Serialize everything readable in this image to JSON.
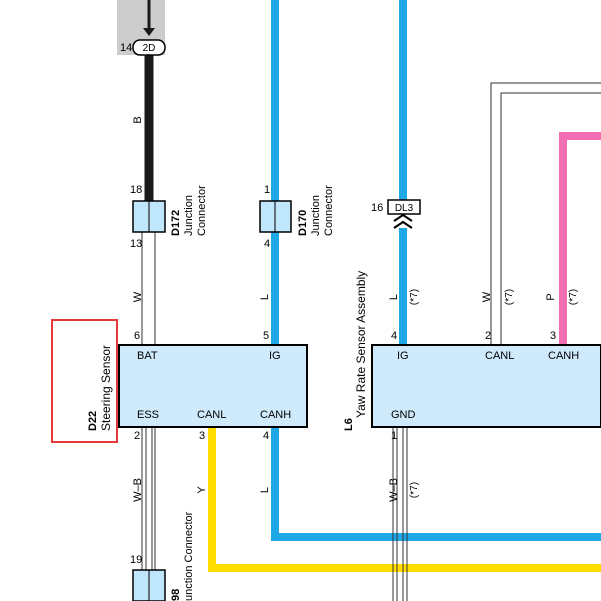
{
  "colors": {
    "blue_wire": "#1fa8e6",
    "yellow_wire": "#ffdd00",
    "pink_wire": "#f06fb3",
    "black_wire": "#1a1a1a",
    "ecu_fill": "#cfeafa",
    "connector_fill": "#bfe6fa",
    "highlight_border": "#e53a3a",
    "grey_area": "#cccccc"
  },
  "top_connector": {
    "pin": "14",
    "tag": "2D"
  },
  "wires": {
    "b_label": "B",
    "w_label": "W",
    "l_label_left": "L",
    "l_label_center": "L",
    "w_label_right": "W",
    "p_label": "P",
    "wb_label": "W–B",
    "y_label": "Y",
    "l_label_lower": "L",
    "wb_label_right": "W–B",
    "note_l": "(*7)",
    "note_w": "(*7)",
    "note_p": "(*7)",
    "note_wb": "(*7)"
  },
  "junction_d172": {
    "id": "D172",
    "name_line1": "Junction",
    "name_line2": "Connector",
    "pin_top": "18",
    "pin_bottom": "13"
  },
  "junction_d170": {
    "id": "D170",
    "name_line1": "Junction",
    "name_line2": "Connector",
    "pin_top": "1",
    "pin_bottom": "4"
  },
  "junction_bottom": {
    "id_partial": "98",
    "name_partial": "unction Connector",
    "pin_top": "19"
  },
  "dl3": {
    "pin": "16",
    "label": "DL3"
  },
  "steering_sensor": {
    "id": "D22",
    "name": "Steering Sensor",
    "pin_labels": {
      "bat": "BAT",
      "ig": "IG",
      "ess": "ESS",
      "canl": "CANL",
      "canh": "CANH"
    },
    "pins": {
      "bat": "6",
      "ig": "5",
      "ess": "2",
      "canl": "3",
      "canh": "4"
    }
  },
  "yaw_sensor": {
    "id": "L6",
    "name": "Yaw Rate Sensor Assembly",
    "pin_labels": {
      "ig": "IG",
      "canl": "CANL",
      "canh": "CANH",
      "gnd": "GND"
    },
    "pins": {
      "ig": "4",
      "canl": "2",
      "canh": "3",
      "gnd": "1"
    }
  }
}
